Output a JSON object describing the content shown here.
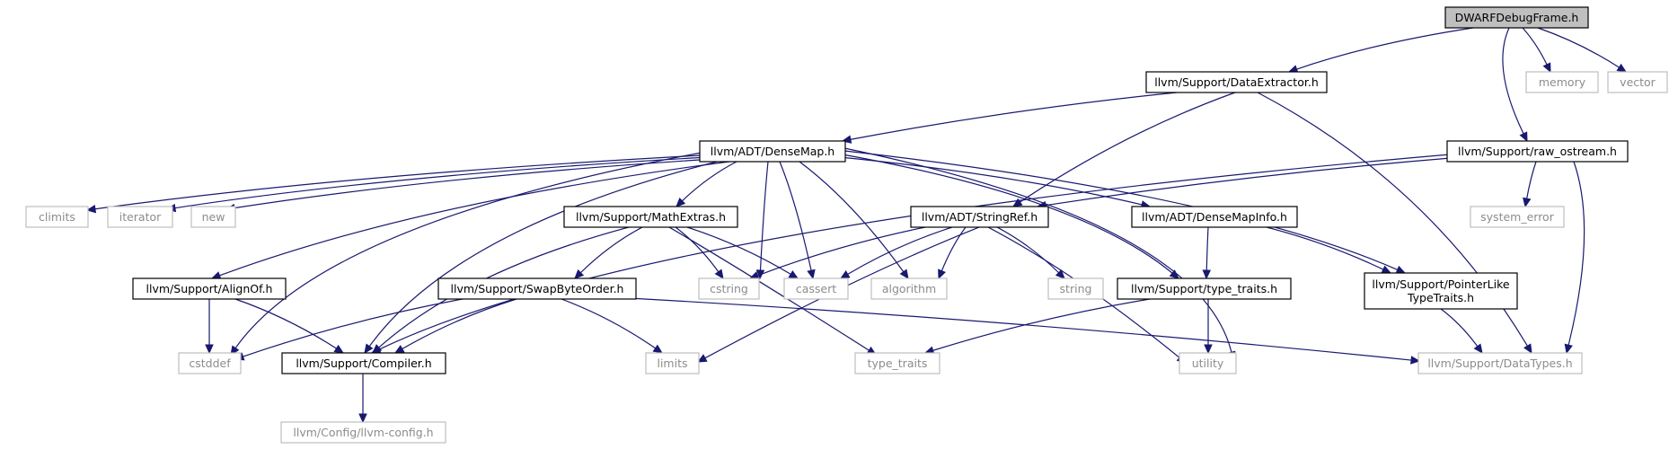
{
  "graph": {
    "root": "DWARFDebugFrame.h",
    "colors": {
      "edge": "#191970",
      "root_fill": "#bfbfbf",
      "root_stroke": "#000000",
      "node_stroke": "#000000",
      "external_stroke": "#bfbfbf",
      "external_text": "#8c8c8c",
      "text": "#000000"
    },
    "nodes": [
      {
        "id": "dwarf",
        "lines": [
          "DWARFDebugFrame.h"
        ],
        "kind": "root"
      },
      {
        "id": "dataext",
        "lines": [
          "llvm/Support/DataExtractor.h"
        ],
        "kind": "header"
      },
      {
        "id": "memory",
        "lines": [
          "memory"
        ],
        "kind": "external"
      },
      {
        "id": "vector",
        "lines": [
          "vector"
        ],
        "kind": "external"
      },
      {
        "id": "densemap",
        "lines": [
          "llvm/ADT/DenseMap.h"
        ],
        "kind": "header"
      },
      {
        "id": "rawostream",
        "lines": [
          "llvm/Support/raw_ostream.h"
        ],
        "kind": "header"
      },
      {
        "id": "climits",
        "lines": [
          "climits"
        ],
        "kind": "external"
      },
      {
        "id": "iterator",
        "lines": [
          "iterator"
        ],
        "kind": "external"
      },
      {
        "id": "new",
        "lines": [
          "new"
        ],
        "kind": "external"
      },
      {
        "id": "mathextras",
        "lines": [
          "llvm/Support/MathExtras.h"
        ],
        "kind": "header"
      },
      {
        "id": "stringref",
        "lines": [
          "llvm/ADT/StringRef.h"
        ],
        "kind": "header"
      },
      {
        "id": "densemapinfo",
        "lines": [
          "llvm/ADT/DenseMapInfo.h"
        ],
        "kind": "header"
      },
      {
        "id": "systemerror",
        "lines": [
          "system_error"
        ],
        "kind": "external"
      },
      {
        "id": "alignof",
        "lines": [
          "llvm/Support/AlignOf.h"
        ],
        "kind": "header"
      },
      {
        "id": "swapbyteorder",
        "lines": [
          "llvm/Support/SwapByteOrder.h"
        ],
        "kind": "header"
      },
      {
        "id": "cstring",
        "lines": [
          "cstring"
        ],
        "kind": "external"
      },
      {
        "id": "cassert",
        "lines": [
          "cassert"
        ],
        "kind": "external"
      },
      {
        "id": "algorithm",
        "lines": [
          "algorithm"
        ],
        "kind": "external"
      },
      {
        "id": "string",
        "lines": [
          "string"
        ],
        "kind": "external"
      },
      {
        "id": "typetraitsh",
        "lines": [
          "llvm/Support/type_traits.h"
        ],
        "kind": "header"
      },
      {
        "id": "pointerlike",
        "lines": [
          "llvm/Support/PointerLike",
          "TypeTraits.h"
        ],
        "kind": "header"
      },
      {
        "id": "cstddef",
        "lines": [
          "cstddef"
        ],
        "kind": "external"
      },
      {
        "id": "compiler",
        "lines": [
          "llvm/Support/Compiler.h"
        ],
        "kind": "header"
      },
      {
        "id": "limits",
        "lines": [
          "limits"
        ],
        "kind": "external"
      },
      {
        "id": "typetraits",
        "lines": [
          "type_traits"
        ],
        "kind": "external"
      },
      {
        "id": "utility",
        "lines": [
          "utility"
        ],
        "kind": "external"
      },
      {
        "id": "datatypes",
        "lines": [
          "llvm/Support/DataTypes.h"
        ],
        "kind": "external"
      },
      {
        "id": "llvmconfig",
        "lines": [
          "llvm/Config/llvm-config.h"
        ],
        "kind": "external"
      }
    ],
    "edges": [
      {
        "from": "dwarf",
        "to": "dataext"
      },
      {
        "from": "dwarf",
        "to": "memory"
      },
      {
        "from": "dwarf",
        "to": "vector"
      },
      {
        "from": "dwarf",
        "to": "rawostream"
      },
      {
        "from": "dataext",
        "to": "densemap"
      },
      {
        "from": "dataext",
        "to": "stringref"
      },
      {
        "from": "dataext",
        "to": "datatypes"
      },
      {
        "from": "densemap",
        "to": "climits"
      },
      {
        "from": "densemap",
        "to": "iterator"
      },
      {
        "from": "densemap",
        "to": "new"
      },
      {
        "from": "densemap",
        "to": "mathextras"
      },
      {
        "from": "densemap",
        "to": "densemapinfo"
      },
      {
        "from": "densemap",
        "to": "alignof"
      },
      {
        "from": "densemap",
        "to": "cstring"
      },
      {
        "from": "densemap",
        "to": "cassert"
      },
      {
        "from": "densemap",
        "to": "algorithm"
      },
      {
        "from": "densemap",
        "to": "typetraitsh"
      },
      {
        "from": "densemap",
        "to": "pointerlike"
      },
      {
        "from": "densemap",
        "to": "cstddef"
      },
      {
        "from": "densemap",
        "to": "compiler"
      },
      {
        "from": "densemap",
        "to": "utility"
      },
      {
        "from": "rawostream",
        "to": "stringref"
      },
      {
        "from": "rawostream",
        "to": "systemerror"
      },
      {
        "from": "rawostream",
        "to": "compiler"
      },
      {
        "from": "rawostream",
        "to": "datatypes"
      },
      {
        "from": "mathextras",
        "to": "swapbyteorder"
      },
      {
        "from": "mathextras",
        "to": "cstring"
      },
      {
        "from": "mathextras",
        "to": "cassert"
      },
      {
        "from": "mathextras",
        "to": "compiler"
      },
      {
        "from": "mathextras",
        "to": "typetraits"
      },
      {
        "from": "stringref",
        "to": "cstring"
      },
      {
        "from": "stringref",
        "to": "cassert"
      },
      {
        "from": "stringref",
        "to": "algorithm"
      },
      {
        "from": "stringref",
        "to": "string"
      },
      {
        "from": "stringref",
        "to": "limits"
      },
      {
        "from": "stringref",
        "to": "utility"
      },
      {
        "from": "densemapinfo",
        "to": "typetraitsh"
      },
      {
        "from": "densemapinfo",
        "to": "pointerlike"
      },
      {
        "from": "alignof",
        "to": "cstddef"
      },
      {
        "from": "alignof",
        "to": "compiler"
      },
      {
        "from": "swapbyteorder",
        "to": "cstddef"
      },
      {
        "from": "swapbyteorder",
        "to": "compiler"
      },
      {
        "from": "swapbyteorder",
        "to": "limits"
      },
      {
        "from": "swapbyteorder",
        "to": "datatypes"
      },
      {
        "from": "typetraitsh",
        "to": "typetraits"
      },
      {
        "from": "typetraitsh",
        "to": "utility"
      },
      {
        "from": "pointerlike",
        "to": "datatypes"
      },
      {
        "from": "compiler",
        "to": "llvmconfig"
      }
    ]
  }
}
